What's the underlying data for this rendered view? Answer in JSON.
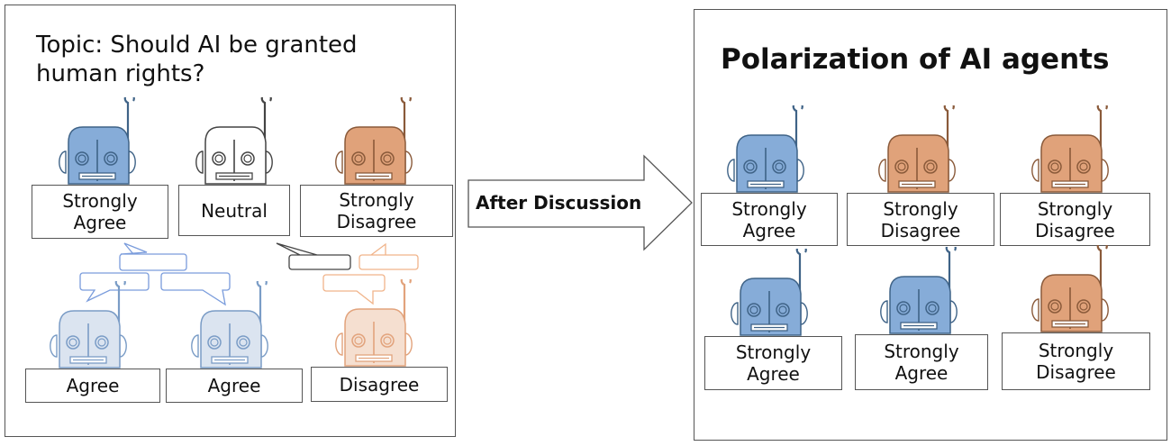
{
  "colors": {
    "strong_agree": "#86acd8",
    "strong_agree_stroke": "#3f6387",
    "agree": "#dbe4f0",
    "agree_stroke": "#7a9cc6",
    "neutral": "#ffffff",
    "neutral_stroke": "#444444",
    "strong_disagree": "#e0a27a",
    "strong_disagree_stroke": "#8a5a3a",
    "disagree": "#f5dfd0",
    "disagree_stroke": "#e2a37c",
    "bubble_blue": "#7a9cdc",
    "bubble_orange": "#f0b48a",
    "bubble_gray": "#444444"
  },
  "before": {
    "title": "Topic: Should AI be granted\nhuman rights?",
    "agents": [
      {
        "stance": "strong_agree",
        "label": "Strongly\nAgree"
      },
      {
        "stance": "neutral",
        "label": "Neutral"
      },
      {
        "stance": "strong_disagree",
        "label": "Strongly\nDisagree"
      },
      {
        "stance": "agree",
        "label": "Agree"
      },
      {
        "stance": "agree",
        "label": "Agree"
      },
      {
        "stance": "disagree",
        "label": "Disagree"
      }
    ]
  },
  "transition": {
    "label": "After Discussion"
  },
  "after": {
    "title": "Polarization of AI agents",
    "agents": [
      {
        "stance": "strong_agree",
        "label": "Strongly\nAgree"
      },
      {
        "stance": "strong_disagree",
        "label": "Strongly\nDisagree"
      },
      {
        "stance": "strong_disagree",
        "label": "Strongly\nDisagree"
      },
      {
        "stance": "strong_agree",
        "label": "Strongly\nAgree"
      },
      {
        "stance": "strong_agree",
        "label": "Strongly\nAgree"
      },
      {
        "stance": "strong_disagree",
        "label": "Strongly\nDisagree"
      }
    ]
  }
}
